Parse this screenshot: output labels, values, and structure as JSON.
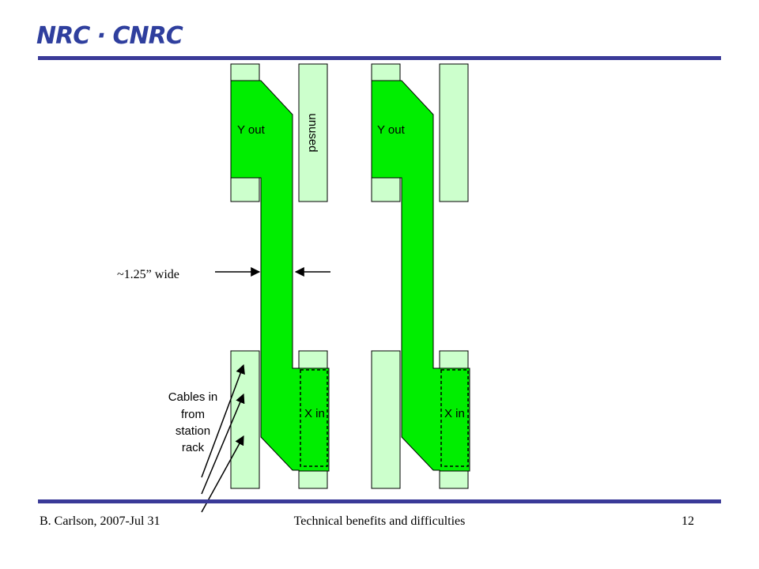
{
  "header": {
    "logo_text": "NRC · CNRC"
  },
  "diagram": {
    "labels": {
      "y_out_left": "Y out",
      "y_out_right": "Y out",
      "unused": "unused",
      "x_in_left": "X in",
      "x_in_right": "X in",
      "width_note": "~1.25” wide",
      "cables_line1": "Cables in",
      "cables_line2": "from",
      "cables_line3": "station",
      "cables_line4": "rack"
    },
    "colors": {
      "board_green": "#00ee00",
      "slot_green": "#ccffcc",
      "outline": "#000000"
    }
  },
  "footer": {
    "author": "B. Carlson, 2007-Jul 31",
    "title": "Technical benefits and difficulties",
    "page_number": "12"
  }
}
